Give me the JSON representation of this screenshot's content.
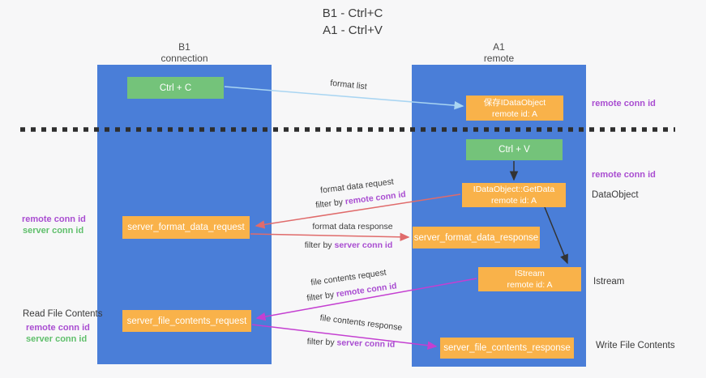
{
  "title": {
    "line1": "B1 - Ctrl+C",
    "line2": "A1 - Ctrl+V"
  },
  "lanes": {
    "left": {
      "name": "B1",
      "role": "connection"
    },
    "right": {
      "name": "A1",
      "role": "remote"
    }
  },
  "boxes": {
    "ctrl_c": {
      "label": "Ctrl + C"
    },
    "ctrl_v": {
      "label": "Ctrl + V"
    },
    "store_dataobject": {
      "line1": "保存IDataObject",
      "line2": "remote id: A"
    },
    "getdata": {
      "line1": "IDataObject::GetData",
      "line2": "remote id: A"
    },
    "istream": {
      "line1": "IStream",
      "line2": "remote id: A"
    },
    "format_request": {
      "label": "server_format_data_request"
    },
    "format_response": {
      "label": "server_format_data_response"
    },
    "file_request": {
      "label": "server_file_contents_request"
    },
    "file_response": {
      "label": "server_file_contents_response"
    }
  },
  "edge_labels": {
    "format_list": "format list",
    "format_data_request": "format data request",
    "format_request_filter": {
      "prefix": "filter by ",
      "highlight": "remote conn id"
    },
    "format_data_response": "format data response",
    "format_response_filter": {
      "prefix": "filter by ",
      "highlight": "server conn id"
    },
    "file_contents_request": "file contents request",
    "file_request_filter": {
      "prefix": "filter by ",
      "highlight": "remote conn id"
    },
    "file_contents_response": "file contents response",
    "file_response_filter": {
      "prefix": "filter by ",
      "highlight": "server conn id"
    }
  },
  "side_labels": {
    "right_remote_conn_top": "remote conn id",
    "right_remote_conn_mid": "remote conn id",
    "right_dataobject": "DataObject",
    "right_istream": "Istream",
    "right_write_file": "Write File Contents",
    "left_remote_conn": "remote conn id",
    "left_server_conn": "server conn id",
    "left_read_file": "Read File Contents",
    "left_remote_conn_bottom": "remote conn id",
    "left_server_conn_bottom": "server conn id"
  },
  "colors": {
    "lane_blue": "#4a7ed8",
    "box_orange": "#f9b24a",
    "box_green": "#74c37a",
    "arrow_red": "#e06b6b",
    "arrow_magenta": "#c43fd1",
    "arrow_lightblue": "#a9d5f2",
    "arrow_black": "#333333",
    "separator_dark": "#2d2d2d",
    "text_purple": "#a94dd1",
    "text_green": "#5fbf6b"
  }
}
